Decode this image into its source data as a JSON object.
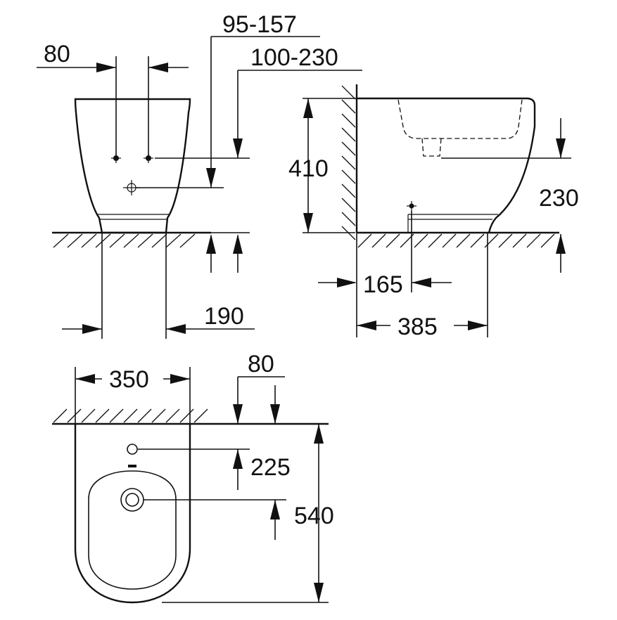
{
  "dimensions": {
    "front_spacing": "80",
    "front_offset": "95-157",
    "front_height": "100-230",
    "front_base": "190",
    "side_height": "410",
    "side_supply": "230",
    "side_drain": "165",
    "side_depth": "385",
    "top_width": "350",
    "top_wall": "80",
    "top_supply": "225",
    "top_depth": "540"
  }
}
